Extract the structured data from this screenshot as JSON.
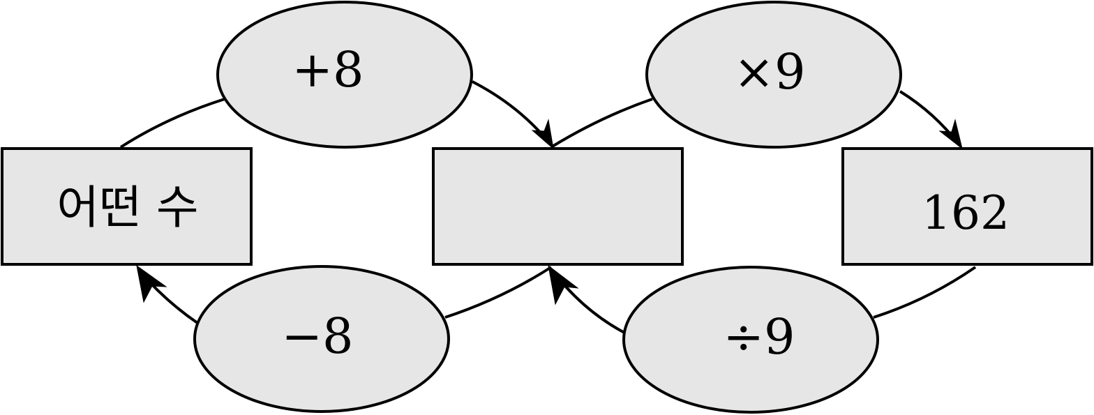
{
  "boxes": {
    "left": "어떤 수",
    "middle": "",
    "right": "162"
  },
  "operations": {
    "top_left": "+8",
    "top_right": "×9",
    "bottom_left": "−8",
    "bottom_right": "÷9"
  },
  "colors": {
    "fill": "#e6e6e6",
    "stroke": "#000000"
  }
}
